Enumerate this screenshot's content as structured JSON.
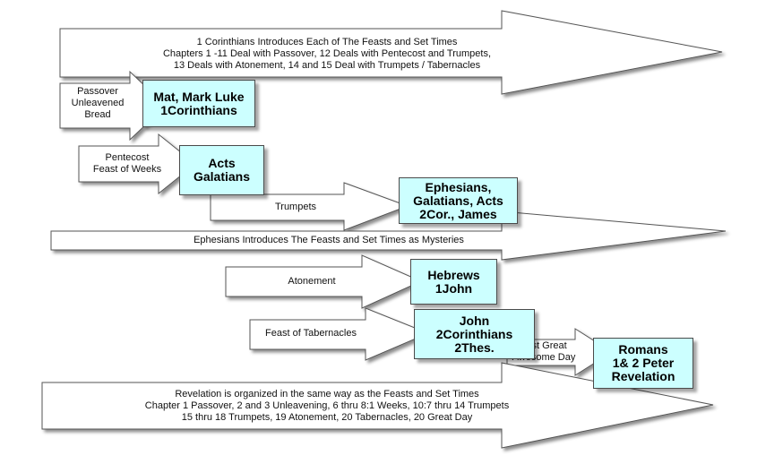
{
  "banner_top": [
    "1 Corinthians Introduces Each of The Feasts and Set Times",
    "Chapters 1 -11 Deal with Passover, 12 Deals with Pentecost and Trumpets,",
    "13 Deals with Atonement, 14 and 15 Deal with Trumpets / Tabernacles"
  ],
  "banner_middle": "Ephesians Introduces The Feasts and Set Times as Mysteries",
  "banner_bottom": [
    "Revelation is organized in the same way as the Feasts and Set Times",
    "Chapter 1 Passover, 2 and 3 Unleavening,  6 thru 8:1 Weeks,   10:7 thru 14 Trumpets",
    "15 thru 18 Trumpets, 19 Atonement, 20 Tabernacles, 20 Great Day"
  ],
  "feasts": [
    {
      "label": [
        "Passover",
        "Unleavened",
        "Bread"
      ],
      "books": [
        "Mat, Mark Luke",
        "1Corinthians"
      ]
    },
    {
      "label": [
        "Pentecost",
        "Feast of Weeks"
      ],
      "books": [
        "Acts",
        "Galatians"
      ]
    },
    {
      "label": [
        "Trumpets"
      ],
      "books": [
        "Ephesians,",
        "Galatians, Acts",
        "2Cor., James"
      ]
    },
    {
      "label": [
        "Atonement"
      ],
      "books": [
        "Hebrews",
        "1John"
      ]
    },
    {
      "label": [
        "Feast of Tabernacles"
      ],
      "books": [
        "John",
        "2Corinthians",
        "2Thes."
      ]
    },
    {
      "label": [
        "Last Great",
        "Awesome Day"
      ],
      "books": [
        "Romans",
        "1& 2 Peter",
        "Revelation"
      ]
    }
  ]
}
